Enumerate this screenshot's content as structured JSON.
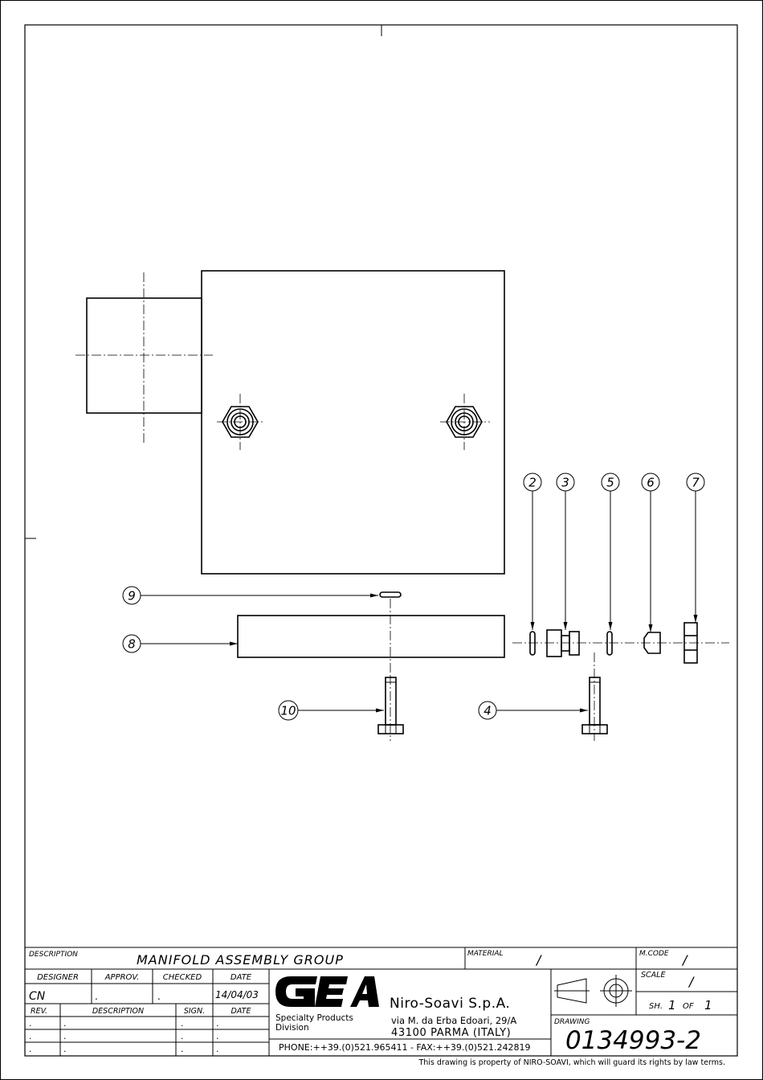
{
  "drawing": {
    "callouts": [
      "2",
      "3",
      "5",
      "6",
      "7",
      "9",
      "8",
      "10",
      "4"
    ]
  },
  "title_block": {
    "description_label": "DESCRIPTION",
    "description": "MANIFOLD ASSEMBLY GROUP",
    "material_label": "MATERIAL",
    "material": "/",
    "mcode_label": "M.CODE",
    "mcode": "/",
    "headers": {
      "designer": "DESIGNER",
      "approv": "APPROV.",
      "checked": "CHECKED",
      "date": "DATE"
    },
    "designer": "CN",
    "approv": ".",
    "checked": ".",
    "date": "14/04/03",
    "rev_headers": {
      "rev": "REV.",
      "description": "DESCRIPTION",
      "sign": "SIGN.",
      "date": "DATE"
    },
    "rev_rows": [
      {
        "rev": ".",
        "description": ".",
        "sign": ".",
        "date": "."
      },
      {
        "rev": ".",
        "description": ".",
        "sign": ".",
        "date": "."
      },
      {
        "rev": ".",
        "description": ".",
        "sign": ".",
        "date": "."
      }
    ],
    "logo_text": "GEA",
    "division_line1": "Specialty Products",
    "division_line2": "Division",
    "company": "Niro-Soavi S.p.A.",
    "address_line1": "via M. da Erba Edoari, 29/A",
    "address_line2": "43100 PARMA (ITALY)",
    "phone": "PHONE:++39.(0)521.965411 - FAX:++39.(0)521.242819",
    "scale_label": "SCALE",
    "scale": "/",
    "sheet_label": "SH.",
    "sheet_num": "1",
    "sheet_of_label": "OF",
    "sheet_total": "1",
    "drawing_label": "DRAWING",
    "drawing_number": "0134993-2",
    "property_note": "This drawing is property of NIRO-SOAVI, which will guard its rights by law terms."
  }
}
